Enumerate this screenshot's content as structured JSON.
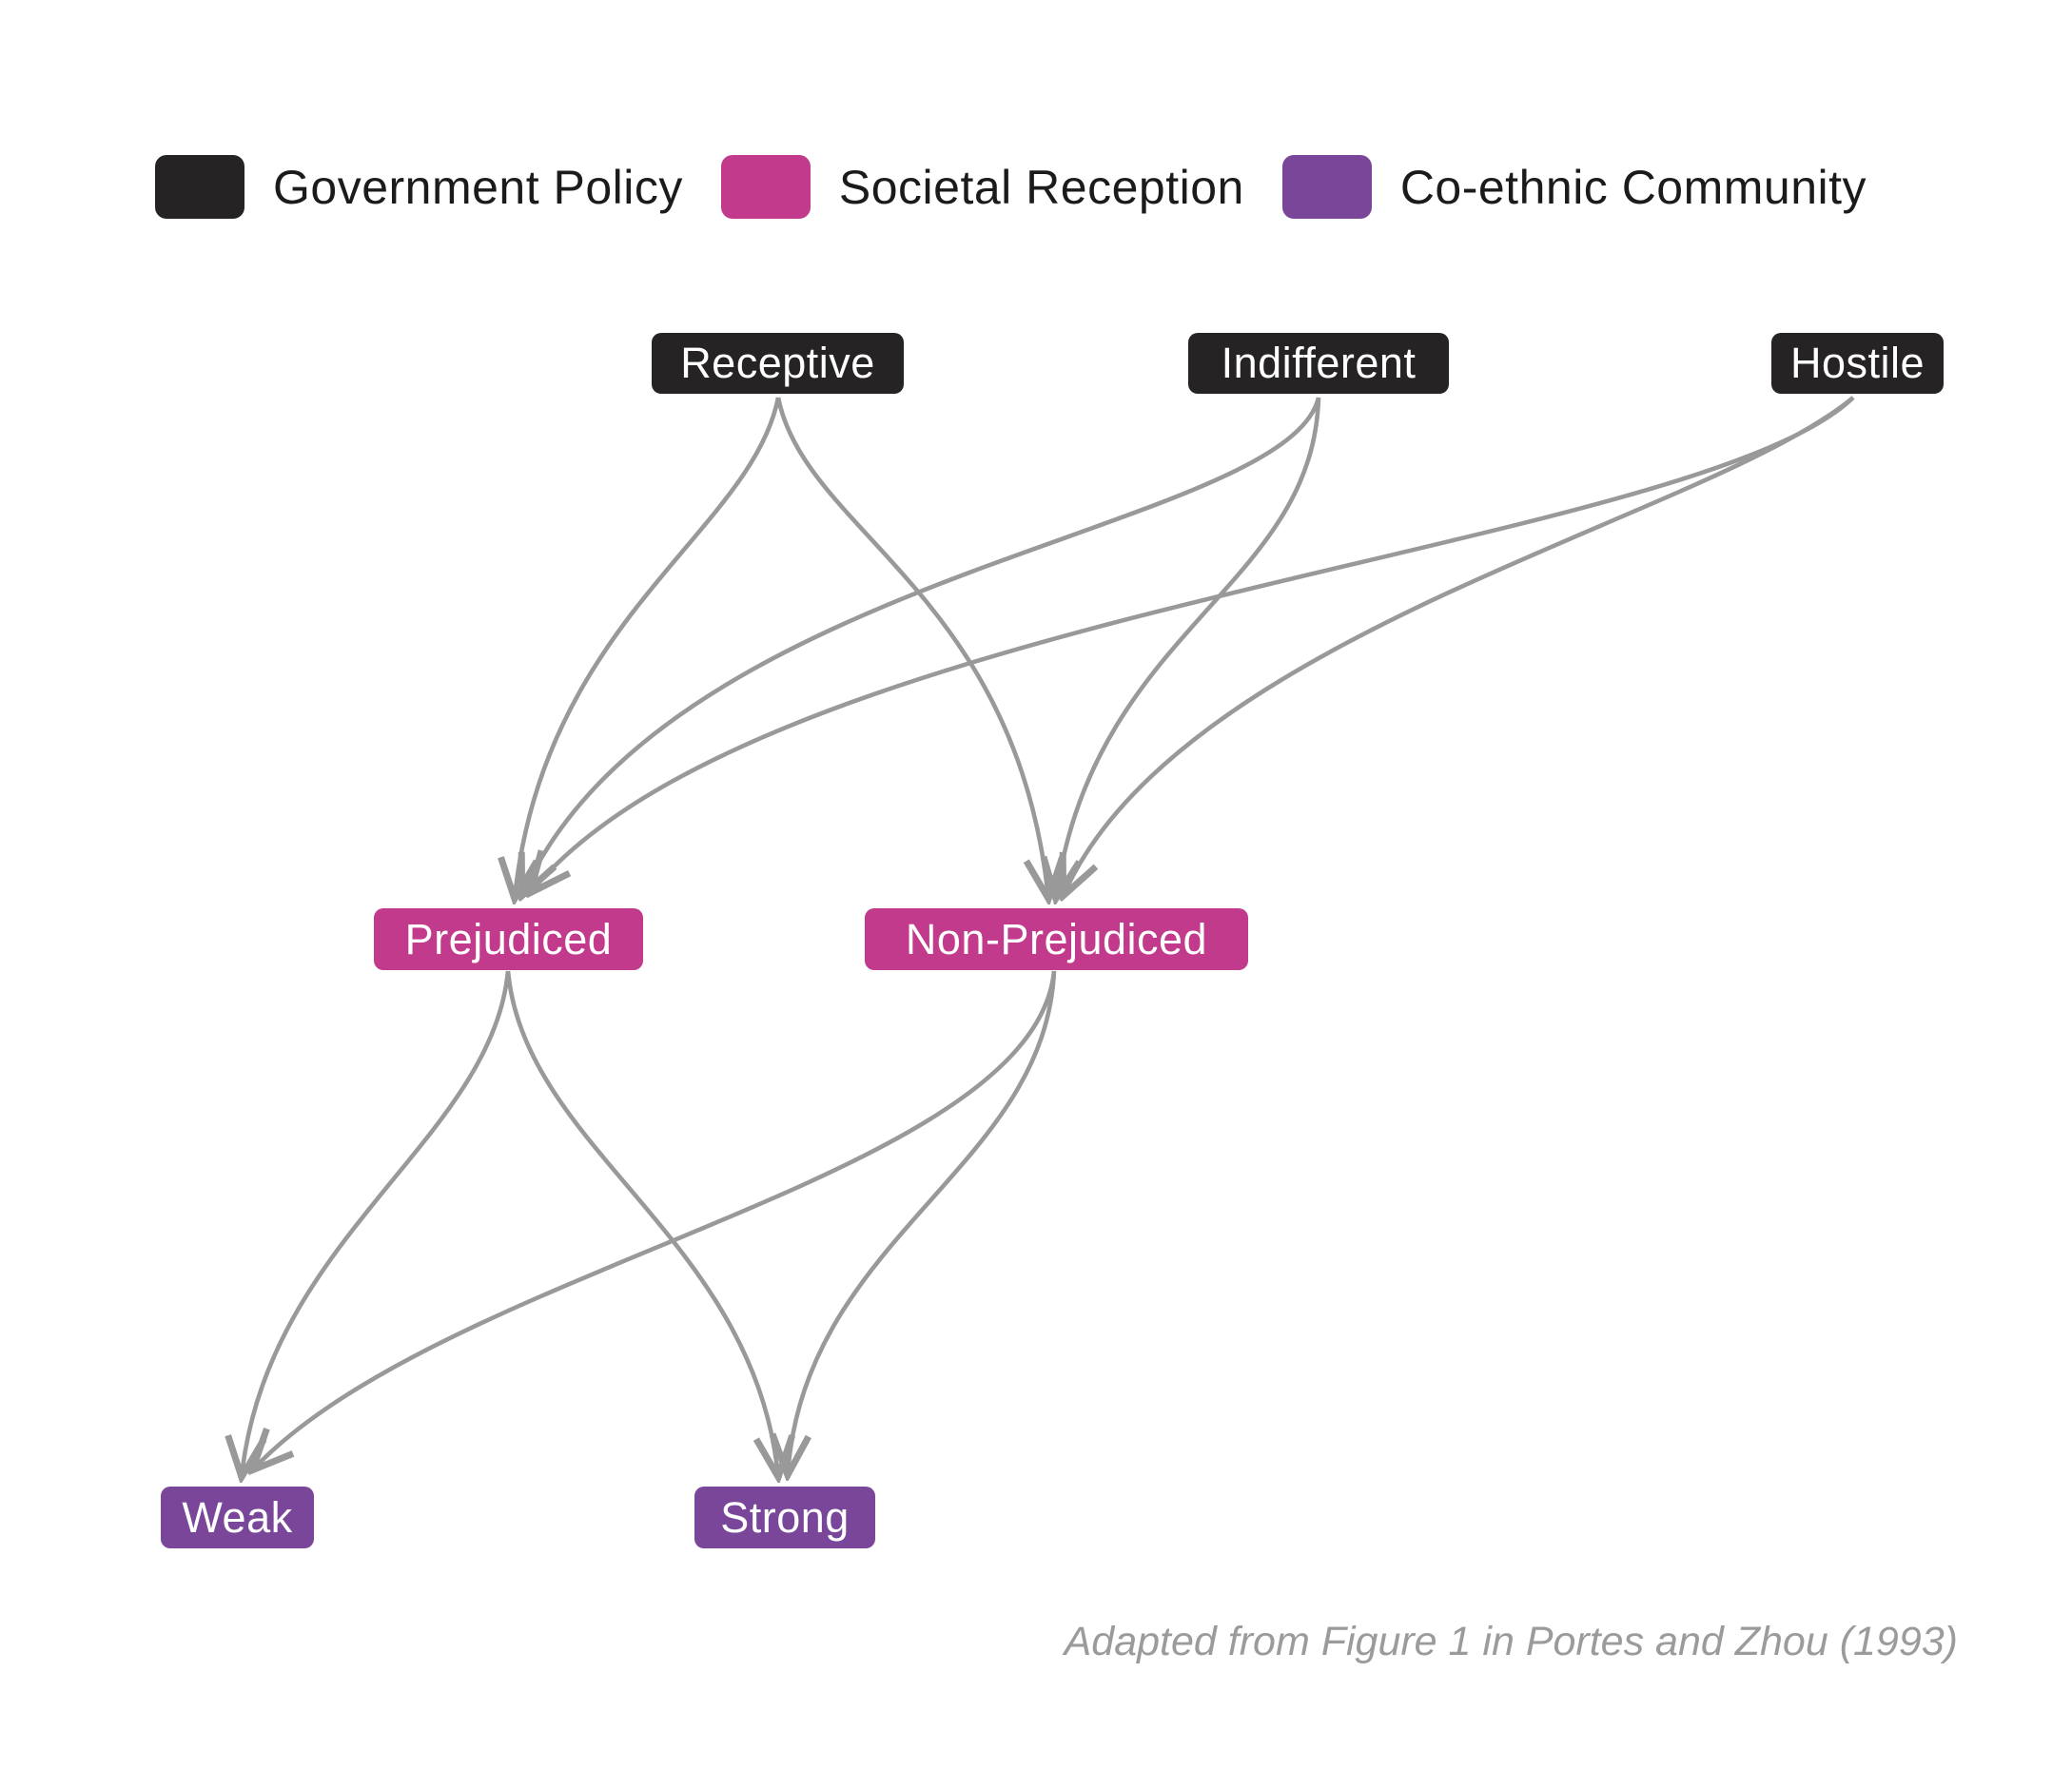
{
  "legend": {
    "items": [
      {
        "id": "government-policy",
        "label": "Government Policy"
      },
      {
        "id": "societal-reception",
        "label": "Societal Reception"
      },
      {
        "id": "co-ethnic-community",
        "label": "Co-ethnic Community"
      }
    ]
  },
  "nodes": {
    "receptive": {
      "label": "Receptive",
      "group": "government-policy"
    },
    "indifferent": {
      "label": "Indifferent",
      "group": "government-policy"
    },
    "hostile": {
      "label": "Hostile",
      "group": "government-policy"
    },
    "prejudiced": {
      "label": "Prejudiced",
      "group": "societal-reception"
    },
    "non_prejudiced": {
      "label": "Non-Prejudiced",
      "group": "societal-reception"
    },
    "weak": {
      "label": "Weak",
      "group": "co-ethnic-community"
    },
    "strong": {
      "label": "Strong",
      "group": "co-ethnic-community"
    }
  },
  "edges": [
    {
      "from": "receptive",
      "to": "prejudiced"
    },
    {
      "from": "receptive",
      "to": "non_prejudiced"
    },
    {
      "from": "indifferent",
      "to": "prejudiced"
    },
    {
      "from": "indifferent",
      "to": "non_prejudiced"
    },
    {
      "from": "hostile",
      "to": "prejudiced"
    },
    {
      "from": "hostile",
      "to": "non_prejudiced"
    },
    {
      "from": "prejudiced",
      "to": "weak"
    },
    {
      "from": "prejudiced",
      "to": "strong"
    },
    {
      "from": "non_prejudiced",
      "to": "weak"
    },
    {
      "from": "non_prejudiced",
      "to": "strong"
    }
  ],
  "caption": {
    "text": "Adapted from Figure 1 in Portes and Zhou (1993)"
  },
  "colors": {
    "government_policy": "#262324",
    "societal_reception": "#C13A8C",
    "co_ethnic_community": "#7A4699",
    "edge": "#999999",
    "legend_text": "#1b1b1b",
    "caption_text": "#9b9b9b",
    "background": "#ffffff"
  }
}
